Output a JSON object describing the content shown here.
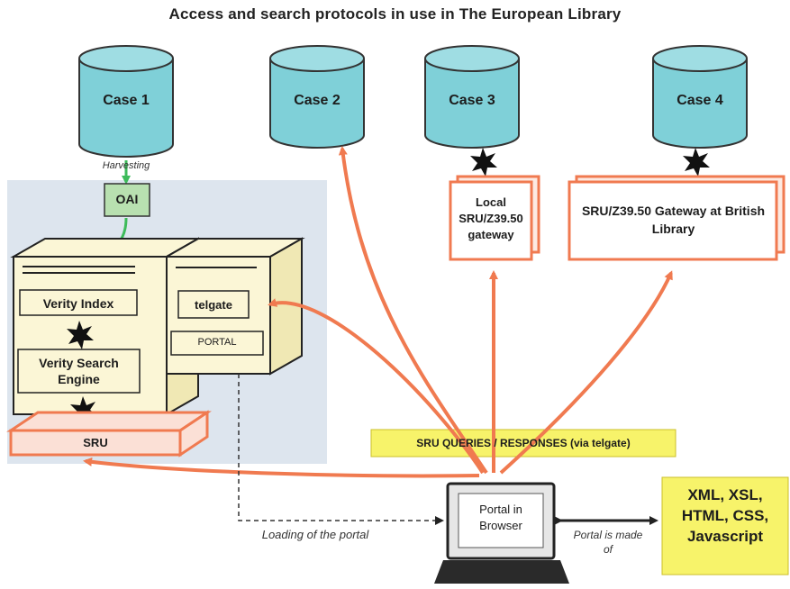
{
  "title": "Access and search protocols in use in The European Library",
  "databases": [
    {
      "label": "Case 1"
    },
    {
      "label": "Case 2"
    },
    {
      "label": "Case 3"
    },
    {
      "label": "Case 4"
    }
  ],
  "labels": {
    "harvesting": "Harvesting",
    "oai": "OAI",
    "verity_index": "Verity Index",
    "verity_search_engine": "Verity Search Engine",
    "telgate": "telgate",
    "portal": "PORTAL",
    "sru": "SRU",
    "local_gateway": "Local SRU/Z39.50 gateway",
    "bl_gateway": "SRU/Z39.50 Gateway at British Library",
    "sru_queries": "SRU QUERIES / RESPONSES (via telgate)",
    "portal_browser": "Portal in Browser",
    "loading_portal": "Loading of the portal",
    "portal_made_of": "Portal is made of",
    "technologies": "XML, XSL, HTML, CSS, Javascript"
  },
  "colors": {
    "cylinder": "#7fd0d8",
    "arrow_orange": "#f07a50",
    "arrow_green": "#3dbb5a",
    "oai_box": "#b8e0b0",
    "server": "#fbf6d6",
    "panel": "#dde5ee",
    "yellow_box": "#f7f36a",
    "sru_bar": "#fbe0d6"
  }
}
